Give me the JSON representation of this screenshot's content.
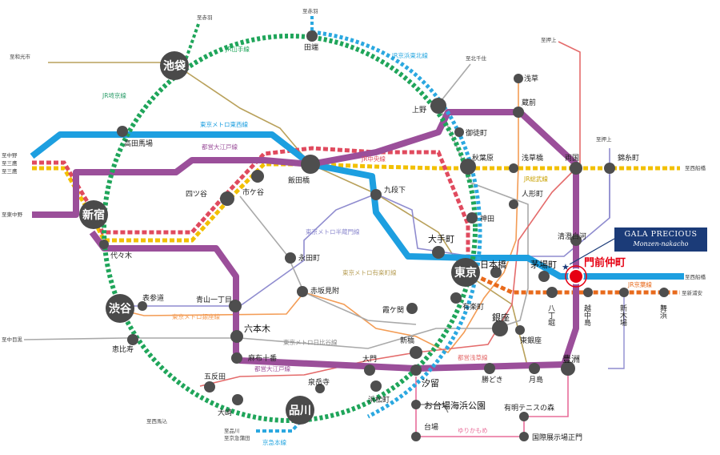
{
  "lines": {
    "yamanote": "JR山手線",
    "keihin_tohoku": "JR京浜東北線",
    "saikyo": "JR埼京線",
    "tozai": "東京メトロ東西線",
    "oedo": "都営大江戸線",
    "chuo": "JR中央線",
    "sobu": "JR総武線",
    "hanzomon": "東京メトロ半蔵門線",
    "yurakucho": "東京メトロ有楽町線",
    "keiyo": "JR京葉線",
    "ginza": "東京メトロ銀座線",
    "hibiya": "東京メトロ日比谷線",
    "asakusa": "都営浅草線",
    "oedo2": "都営大江戸線",
    "keikyu": "京急本線",
    "yurikamome": "ゆりかもめ"
  },
  "hubs": {
    "ikebukuro": "池袋",
    "shinjuku": "新宿",
    "shibuya": "渋谷",
    "tokyo": "東京",
    "shinagawa": "品川"
  },
  "stations": {
    "tabata": "田端",
    "ueno": "上野",
    "okachimachi": "御徒町",
    "akihabara": "秋葉原",
    "kanda": "神田",
    "takadanobaba": "高田馬場",
    "iidabashi": "飯田橋",
    "ichigaya": "市ケ谷",
    "yotsuya": "四ツ谷",
    "kudanshita": "九段下",
    "otemachi": "大手町",
    "nihonbashi": "日本橋",
    "kayabacho": "茅場町",
    "yoyogi": "代々木",
    "nagatacho": "永田町",
    "akasakamitsuke": "赤坂見附",
    "omotesando": "表参道",
    "aoyama": "青山一丁目",
    "roppongi": "六本木",
    "kasumigaseki": "霞ケ関",
    "yurakucho": "有楽町",
    "ginza": "銀座",
    "higashiginza": "東銀座",
    "shinbashi": "新橋",
    "ebisu": "恵比寿",
    "azabujuban": "麻布十番",
    "daimon": "大門",
    "sengakuji": "泉岳寺",
    "gotanda": "五反田",
    "osaki": "大崎",
    "hamamatsucho": "浜松町",
    "shiodome": "汐留",
    "kachidoki": "勝どき",
    "tsukishima": "月島",
    "toyosu": "豊洲",
    "kuramae": "蔵前",
    "asakusa": "浅草",
    "ryogoku": "両国",
    "kinshicho": "錦糸町",
    "asakusabashi": "浅草橋",
    "ningyocho": "人形町",
    "kiyosumi": "清澄白河",
    "hatchobori": "八丁堀",
    "etchujima": "越中島",
    "shinkiba": "新木場",
    "maihama": "舞浜",
    "odaiba": "お台場海浜公園",
    "daiba": "台場",
    "ariake": "有明テニスの森",
    "kokusai": "国際展示場正門",
    "monzen": "門前仲町"
  },
  "destinations": {
    "akabane1": "至赤羽",
    "akabane2": "至赤羽",
    "wakoshi": "至和光市",
    "kitasenju": "至北千住",
    "oshiage1": "至押上",
    "oshiage2": "至押上",
    "nakano": "至中野",
    "mitaka1": "至三鷹",
    "mitaka2": "至三鷹",
    "higashinakano": "至東中野",
    "nishifunabashi1": "至西船橋",
    "nishifunabashi2": "至西船橋",
    "shinurayasu": "至新浦安",
    "nakameguro": "至中目黒",
    "nishimagome": "至西馬込",
    "shinagawa": "至品川",
    "keikyukamata": "至京急蒲田"
  },
  "brand": {
    "line1": "GALA PRECIOUS",
    "line2": "Monzen-nakacho"
  },
  "colors": {
    "yamanote": "#1fa55a",
    "keihin": "#2ba8e0",
    "tozai": "#1d9fe0",
    "oedo": "#9b4f9a",
    "chuo": "#e04a5e",
    "sobu": "#f2c000",
    "keiyo": "#e86a1c",
    "hanzomon": "#8f8ccf",
    "yurakucho": "#b9a15b",
    "ginza": "#f39c55",
    "hibiya": "#a9a9a9",
    "asakusa": "#e46b6b",
    "yurikamome": "#e86e9a",
    "saikyo": "#2e9e6b",
    "brand": "#1b3b78",
    "target": "#e60012"
  }
}
